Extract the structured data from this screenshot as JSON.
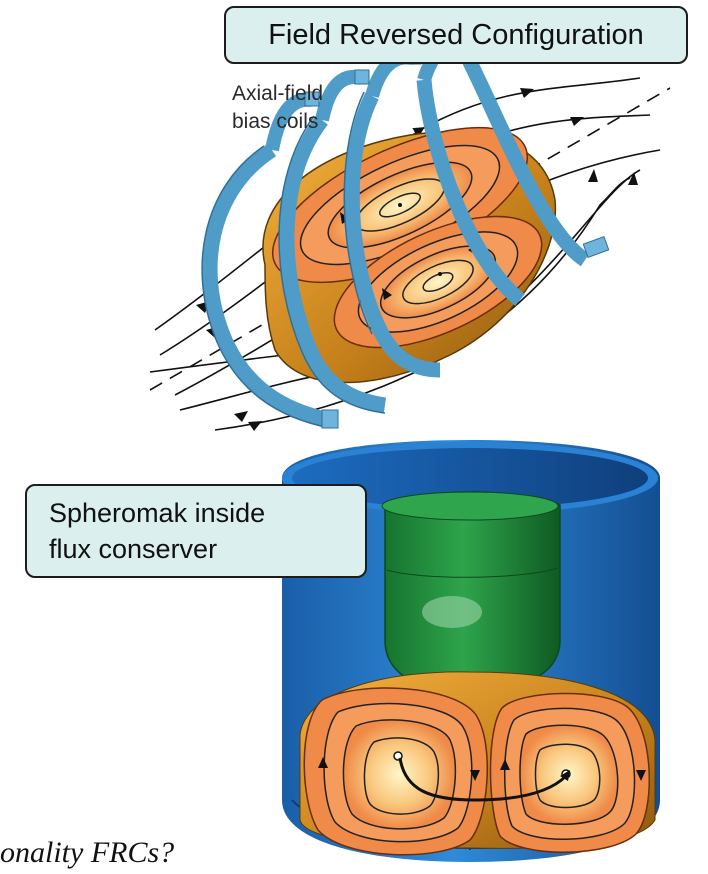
{
  "diagrams": {
    "frc": {
      "title": "Field Reversed Configuration",
      "coil_label_line1": "Axial-field",
      "coil_label_line2": "bias coils"
    },
    "spheromak": {
      "title_line1": "Spheromak inside",
      "title_line2": "flux conserver"
    }
  },
  "footer": {
    "partial_text": "onality FRCs?"
  },
  "colors": {
    "coil_blue": "#4f9cc9",
    "coil_blue_dark": "#2e6f9a",
    "plasma_orange": "#f08a4a",
    "plasma_core": "#fde5a0",
    "plasma_gold": "#c8861e",
    "conserver_blue": "#1f73c2",
    "conserver_green": "#1f8a3a",
    "label_fill": "#dcefef"
  }
}
